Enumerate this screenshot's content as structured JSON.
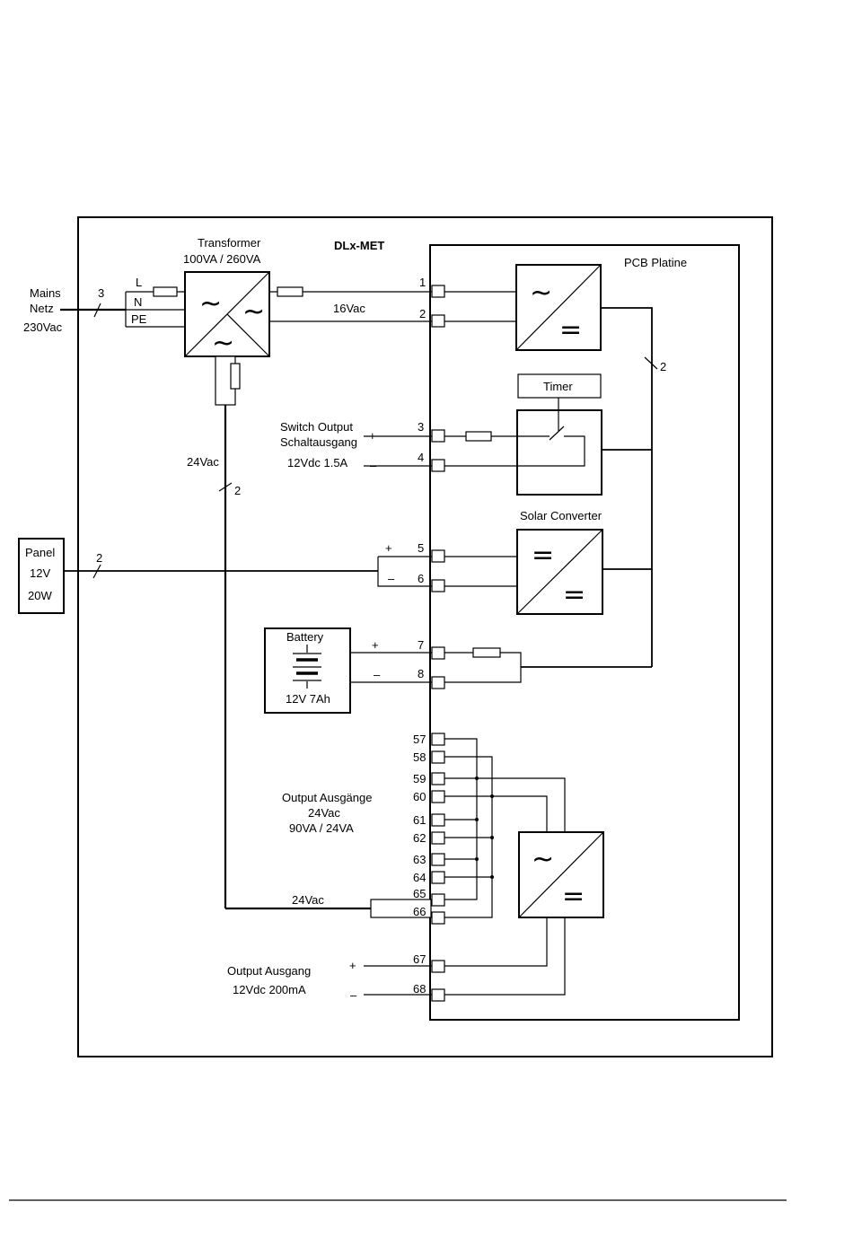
{
  "title": "DLx-MET",
  "pcb_label": "PCB  Platine",
  "transformer": {
    "title": "Transformer",
    "rating": "100VA  /  260VA"
  },
  "mains": {
    "line1": "Mains",
    "line2": "Netz",
    "line3": "230Vac",
    "wire_count": "3",
    "l": "L",
    "n": "N",
    "pe": "PE"
  },
  "v16": "16Vac",
  "wire_24vac": "24Vac",
  "count_2": "2",
  "switch_output": {
    "line1": "Switch Output",
    "line2": "Schaltausgang",
    "line3": "12Vdc 1.5A"
  },
  "timer": "Timer",
  "solar_converter": "Solar Converter",
  "panel": {
    "line1": "Panel",
    "line2": "12V",
    "line3": "20W"
  },
  "battery": {
    "line1": "Battery",
    "line2": "12V 7Ah"
  },
  "outputs_24": {
    "line1": "Output  Ausgänge",
    "line2": "24Vac",
    "line3": "90VA  /  24VA"
  },
  "output_dc": {
    "line1": "Output  Ausgang",
    "line2": "12Vdc 200mA"
  },
  "plus": "+",
  "minus": "–",
  "ac_symbol": "~",
  "dc_symbol": "=",
  "terminals": {
    "t1": "1",
    "t2": "2",
    "t3": "3",
    "t4": "4",
    "t5": "5",
    "t6": "6",
    "t7": "7",
    "t8": "8",
    "t57": "57",
    "t58": "58",
    "t59": "59",
    "t60": "60",
    "t61": "61",
    "t62": "62",
    "t63": "63",
    "t64": "64",
    "t65": "65",
    "t66": "66",
    "t67": "67",
    "t68": "68"
  }
}
